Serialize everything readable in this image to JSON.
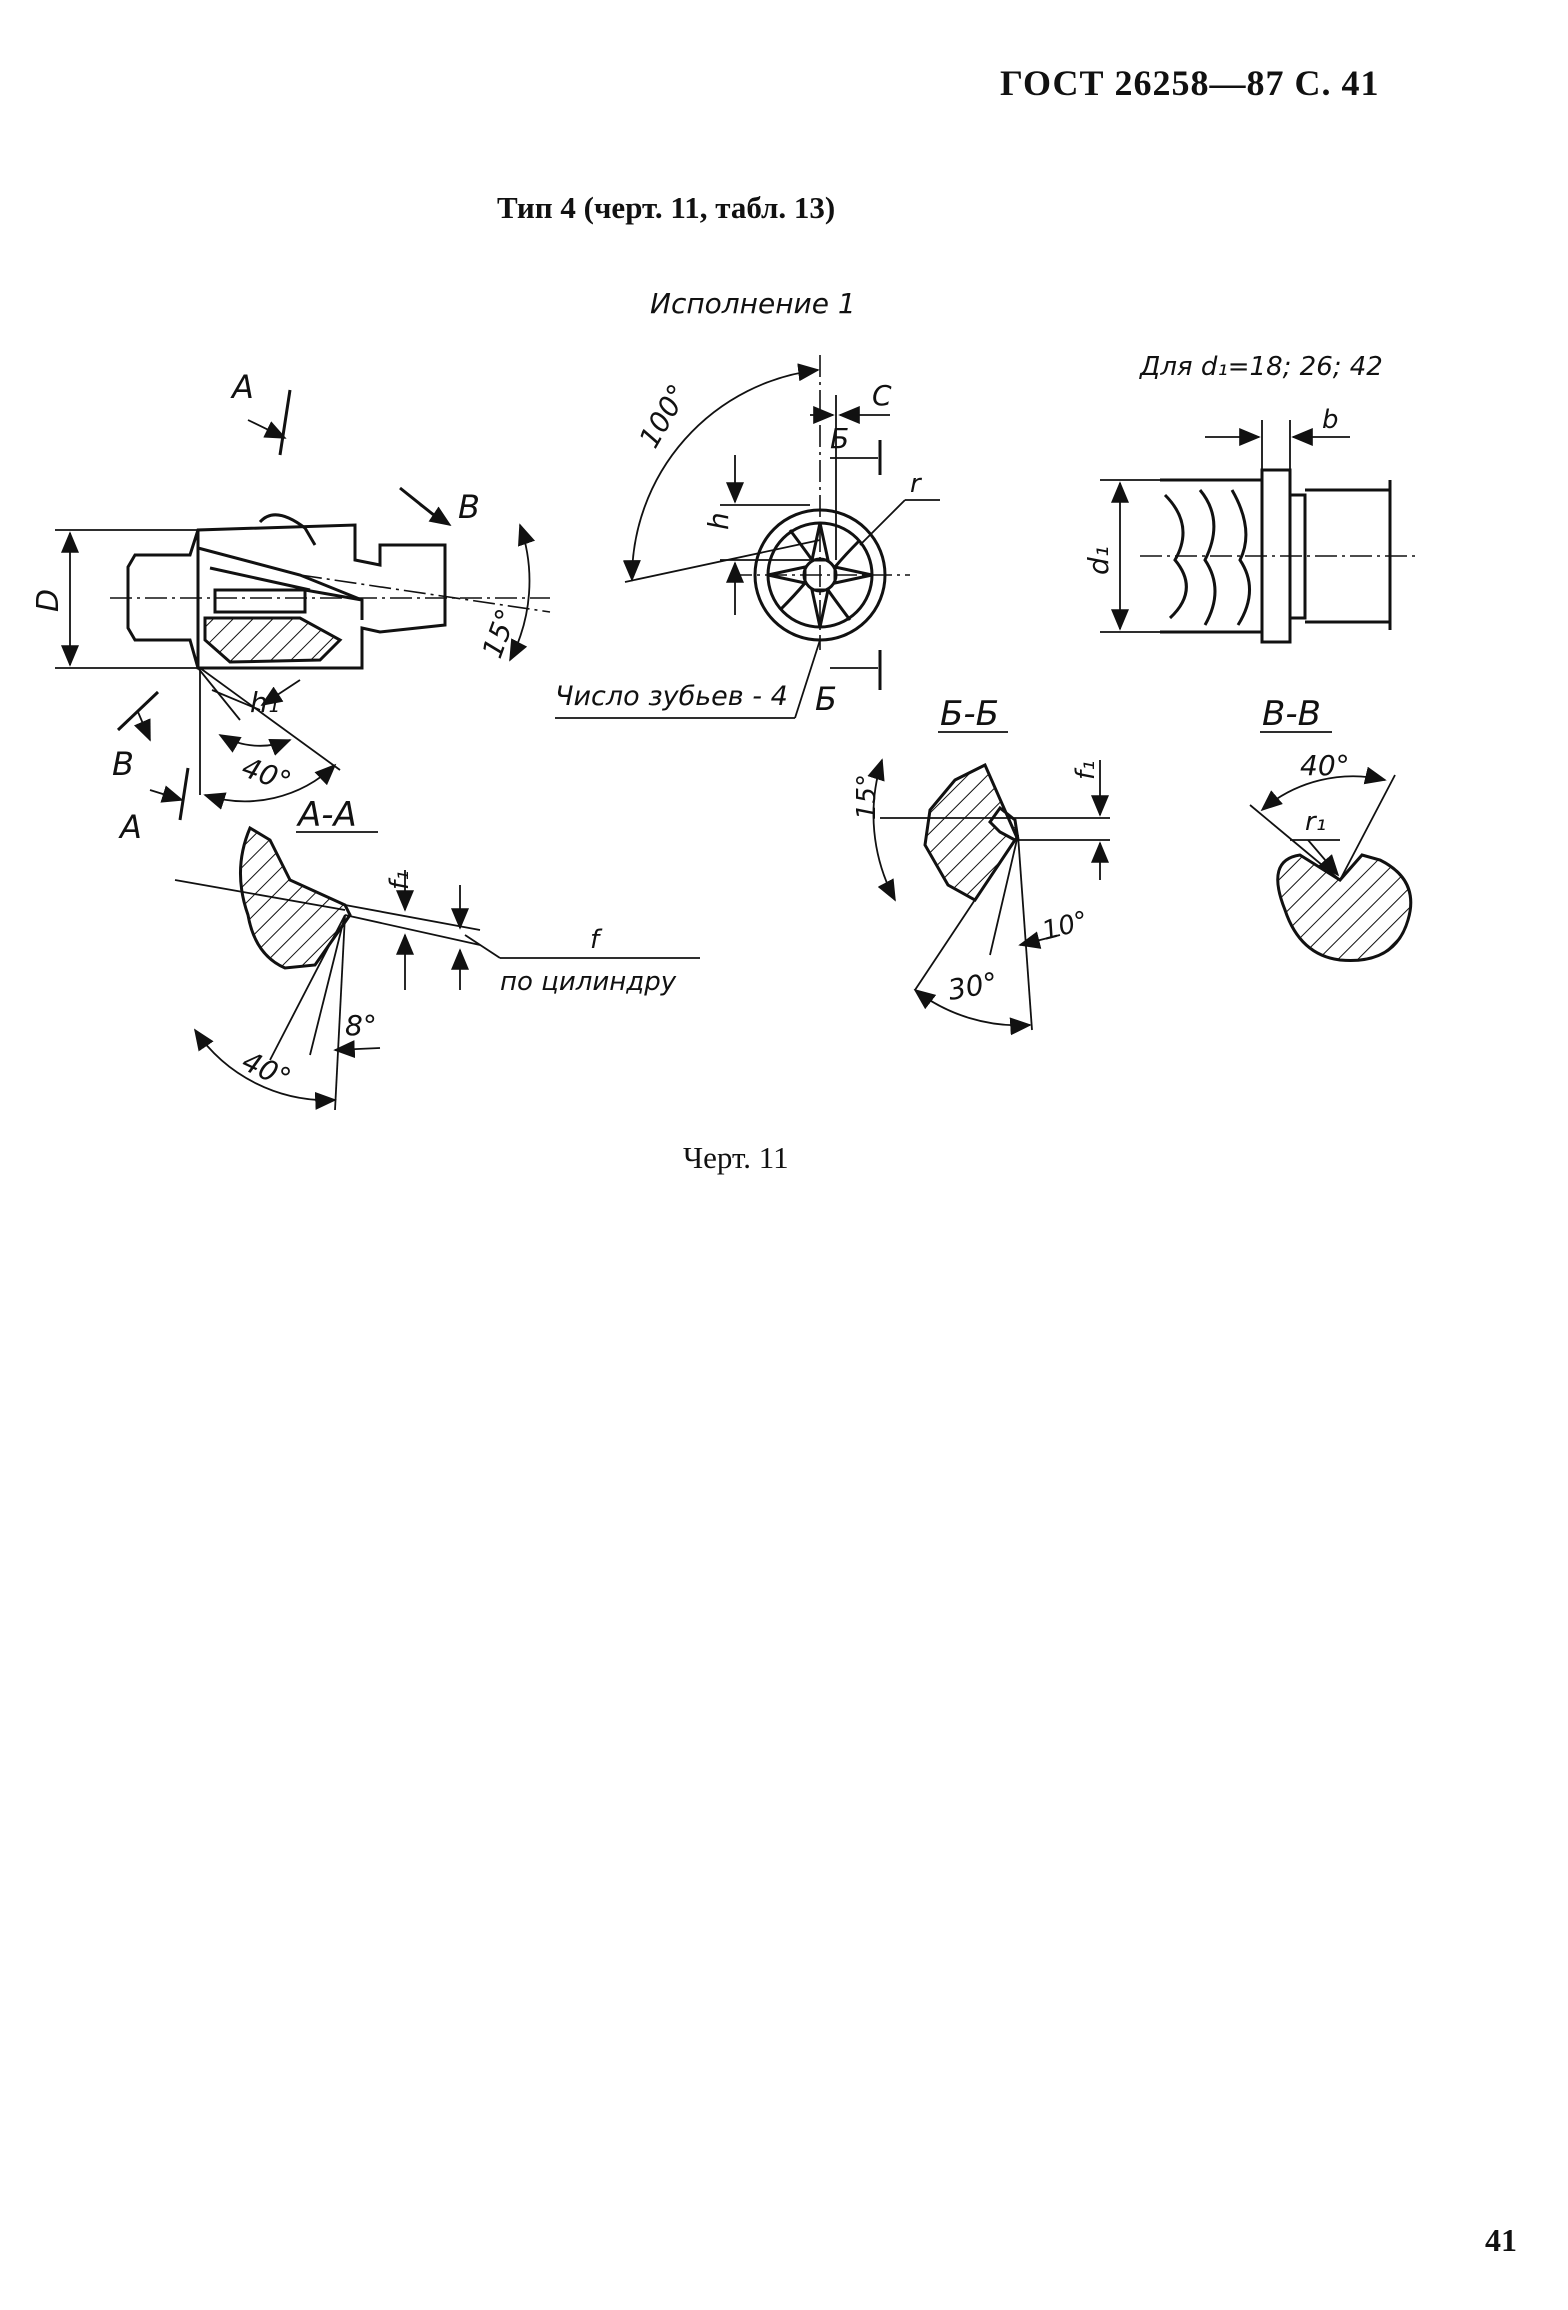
{
  "header": {
    "standard": "ГОСТ 26258—87 С. 41"
  },
  "section": {
    "title": "Тип 4 (черт. 11, табл. 13)"
  },
  "drawing": {
    "variant": "Исполнение 1",
    "note_d1": "Для d₁=18; 26; 42",
    "teeth_note": "Число зубьев - 4",
    "cut_labels": {
      "a": "А",
      "b": "Б",
      "v": "В"
    },
    "section_titles": {
      "aa": "А-А",
      "bb": "Б-Б",
      "vv": "В-В"
    },
    "dims": {
      "D": "D",
      "d1": "d₁",
      "h": "h",
      "h1": "h₁",
      "C": "C",
      "b": "b",
      "r": "r",
      "r1": "r₁",
      "f": "f",
      "f1": "f₁",
      "cyl": "по цилиндру"
    },
    "angles": {
      "a100": "100°",
      "a15": "15°",
      "a40": "40°",
      "a8": "8°",
      "a10": "10°",
      "a30": "30°"
    }
  },
  "caption": "Черт. 11",
  "page_number": "41"
}
